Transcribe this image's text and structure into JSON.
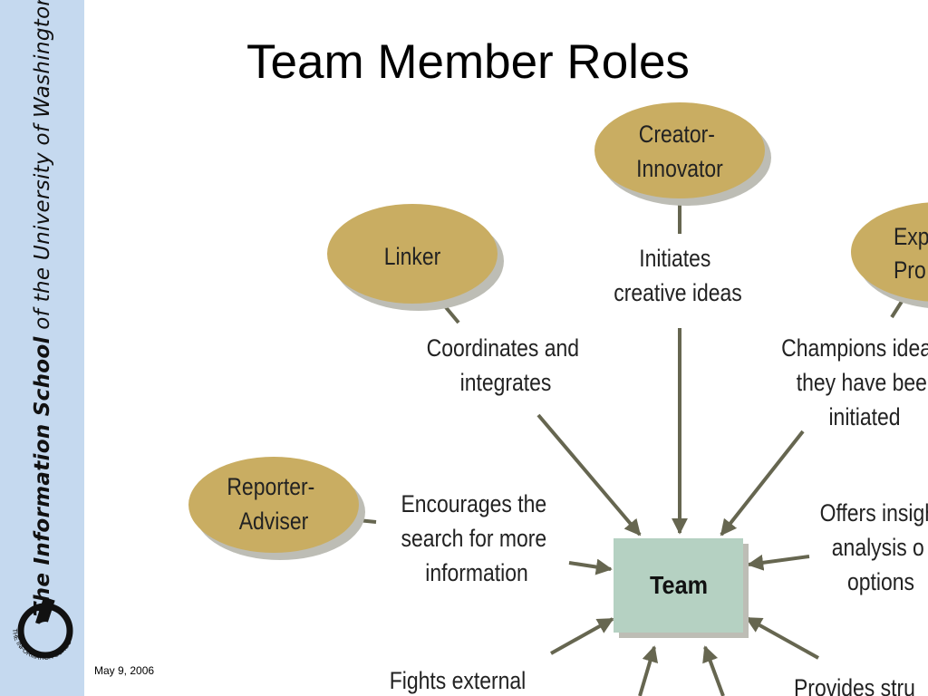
{
  "sidebar": {
    "part1": "The Information School",
    "part2": "of",
    "part3": "the University of Washington",
    "logo_ring_text": "THE INFORMATION SCHOOL"
  },
  "title": "Team Member Roles",
  "footer": {
    "date": "May 9, 2006"
  },
  "diagram": {
    "center": "Team",
    "roles": [
      {
        "name_lines": [
          "Creator-",
          "Innovator"
        ],
        "desc_lines": [
          "Initiates",
          "creative ideas"
        ]
      },
      {
        "name_lines": [
          "Linker"
        ],
        "desc_lines": [
          "Coordinates and",
          "integrates"
        ]
      },
      {
        "name_lines": [
          "Exp",
          "Pro"
        ],
        "desc_lines": [
          "Champions ideas",
          "they have bee",
          "initiated"
        ]
      },
      {
        "name_lines": [
          "Reporter-",
          "Adviser"
        ],
        "desc_lines": [
          "Encourages the",
          "search for more",
          "information"
        ]
      },
      {
        "name_lines": [],
        "desc_lines": [
          "Offers insigh",
          "analysis o",
          "options"
        ]
      },
      {
        "name_lines": [],
        "desc_lines": [
          "Fights external"
        ]
      },
      {
        "name_lines": [],
        "desc_lines": [
          "Provides stru"
        ]
      }
    ],
    "colors": {
      "ellipse": "#c9ad62",
      "ellipse_shadow": "#bdbdb5",
      "team_box": "#b5d1c2",
      "arrow": "#666650",
      "sidebar": "#c5d9ef"
    }
  }
}
